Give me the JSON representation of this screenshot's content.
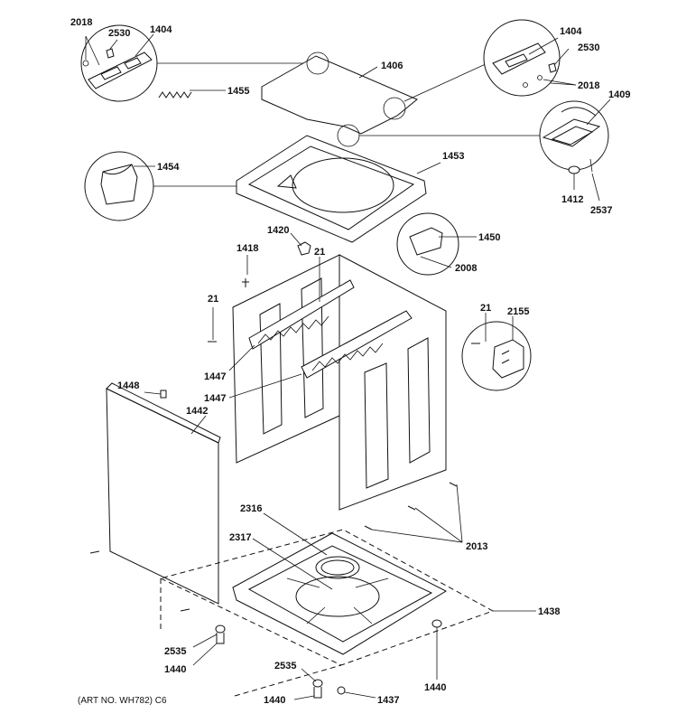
{
  "footer": "(ART NO. WH782) C6",
  "labels": {
    "l2018a": "2018",
    "l2530a": "2530",
    "l1404a": "1404",
    "l1455": "1455",
    "l1406": "1406",
    "l1404b": "1404",
    "l2530b": "2530",
    "l2018b": "2018",
    "l1409": "1409",
    "l1412": "1412",
    "l2537": "2537",
    "l1454": "1454",
    "l1453": "1453",
    "l1420": "1420",
    "l21a": "21",
    "l1418": "1418",
    "l1450": "1450",
    "l2008": "2008",
    "l21b": "21",
    "l21c": "21",
    "l2155": "2155",
    "l1447a": "1447",
    "l1447b": "1447",
    "l1448": "1448",
    "l1442": "1442",
    "l2316": "2316",
    "l2317": "2317",
    "l2013": "2013",
    "l1438": "1438",
    "l2535a": "2535",
    "l1440a": "1440",
    "l2535b": "2535",
    "l1440b": "1440",
    "l1437": "1437",
    "l1440c": "1440"
  }
}
